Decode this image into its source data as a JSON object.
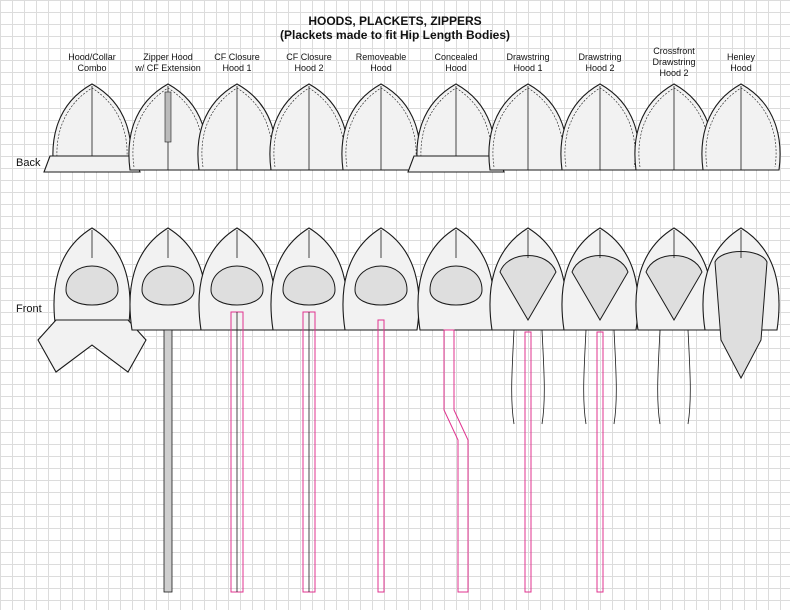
{
  "header": {
    "title": "HOODS, PLACKETS, ZIPPERS",
    "subtitle": "(Plackets made to fit Hip Length Bodies)"
  },
  "row_labels": {
    "back": "Back",
    "front": "Front"
  },
  "columns": [
    {
      "label": "Hood/Collar\nCombo"
    },
    {
      "label": "Zipper Hood\nw/ CF Extension"
    },
    {
      "label": "CF Closure\nHood 1"
    },
    {
      "label": "CF Closure\nHood 2"
    },
    {
      "label": "Removeable\nHood"
    },
    {
      "label": "Concealed\nHood"
    },
    {
      "label": "Drawstring\nHood 1"
    },
    {
      "label": "Drawstring\nHood 2"
    },
    {
      "label": "Crossfront\nDrawstring\nHood 2"
    },
    {
      "label": "Henley\nHood"
    }
  ],
  "colors": {
    "grid": "#dcdcdc",
    "outline": "#1a1a1a",
    "fill": "#f2f2f2",
    "inner": "#dedede",
    "placket_accent": "#e0338f"
  }
}
